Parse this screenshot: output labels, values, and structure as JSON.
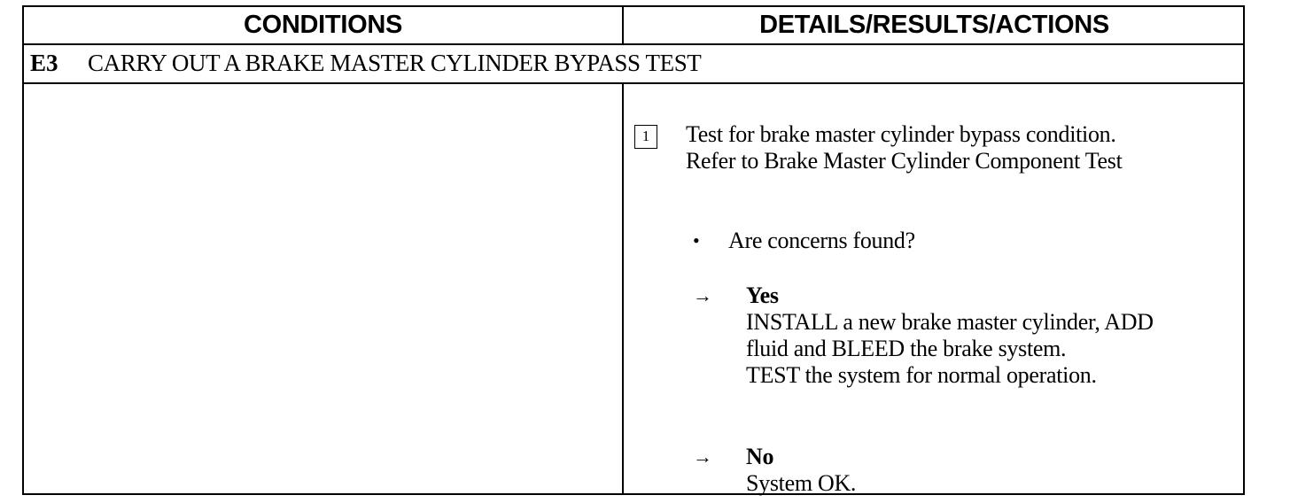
{
  "header": {
    "conditions": "CONDITIONS",
    "details": "DETAILS/RESULTS/ACTIONS"
  },
  "section": {
    "code": "E3",
    "title": "CARRY OUT A BRAKE MASTER CYLINDER BYPASS TEST"
  },
  "step": {
    "number": "1",
    "lines": [
      "Test for brake master cylinder bypass condition.",
      "Refer to Brake Master Cylinder Component Test"
    ]
  },
  "question": {
    "bullet": "•",
    "text": "Are concerns found?"
  },
  "answers": {
    "arrow": "→",
    "yes": {
      "label": "Yes",
      "lines": [
        "INSTALL a new brake master cylinder, ADD",
        "fluid and BLEED the brake system.",
        "TEST the system for normal operation."
      ]
    },
    "no": {
      "label": "No",
      "lines": [
        "System OK."
      ]
    }
  }
}
